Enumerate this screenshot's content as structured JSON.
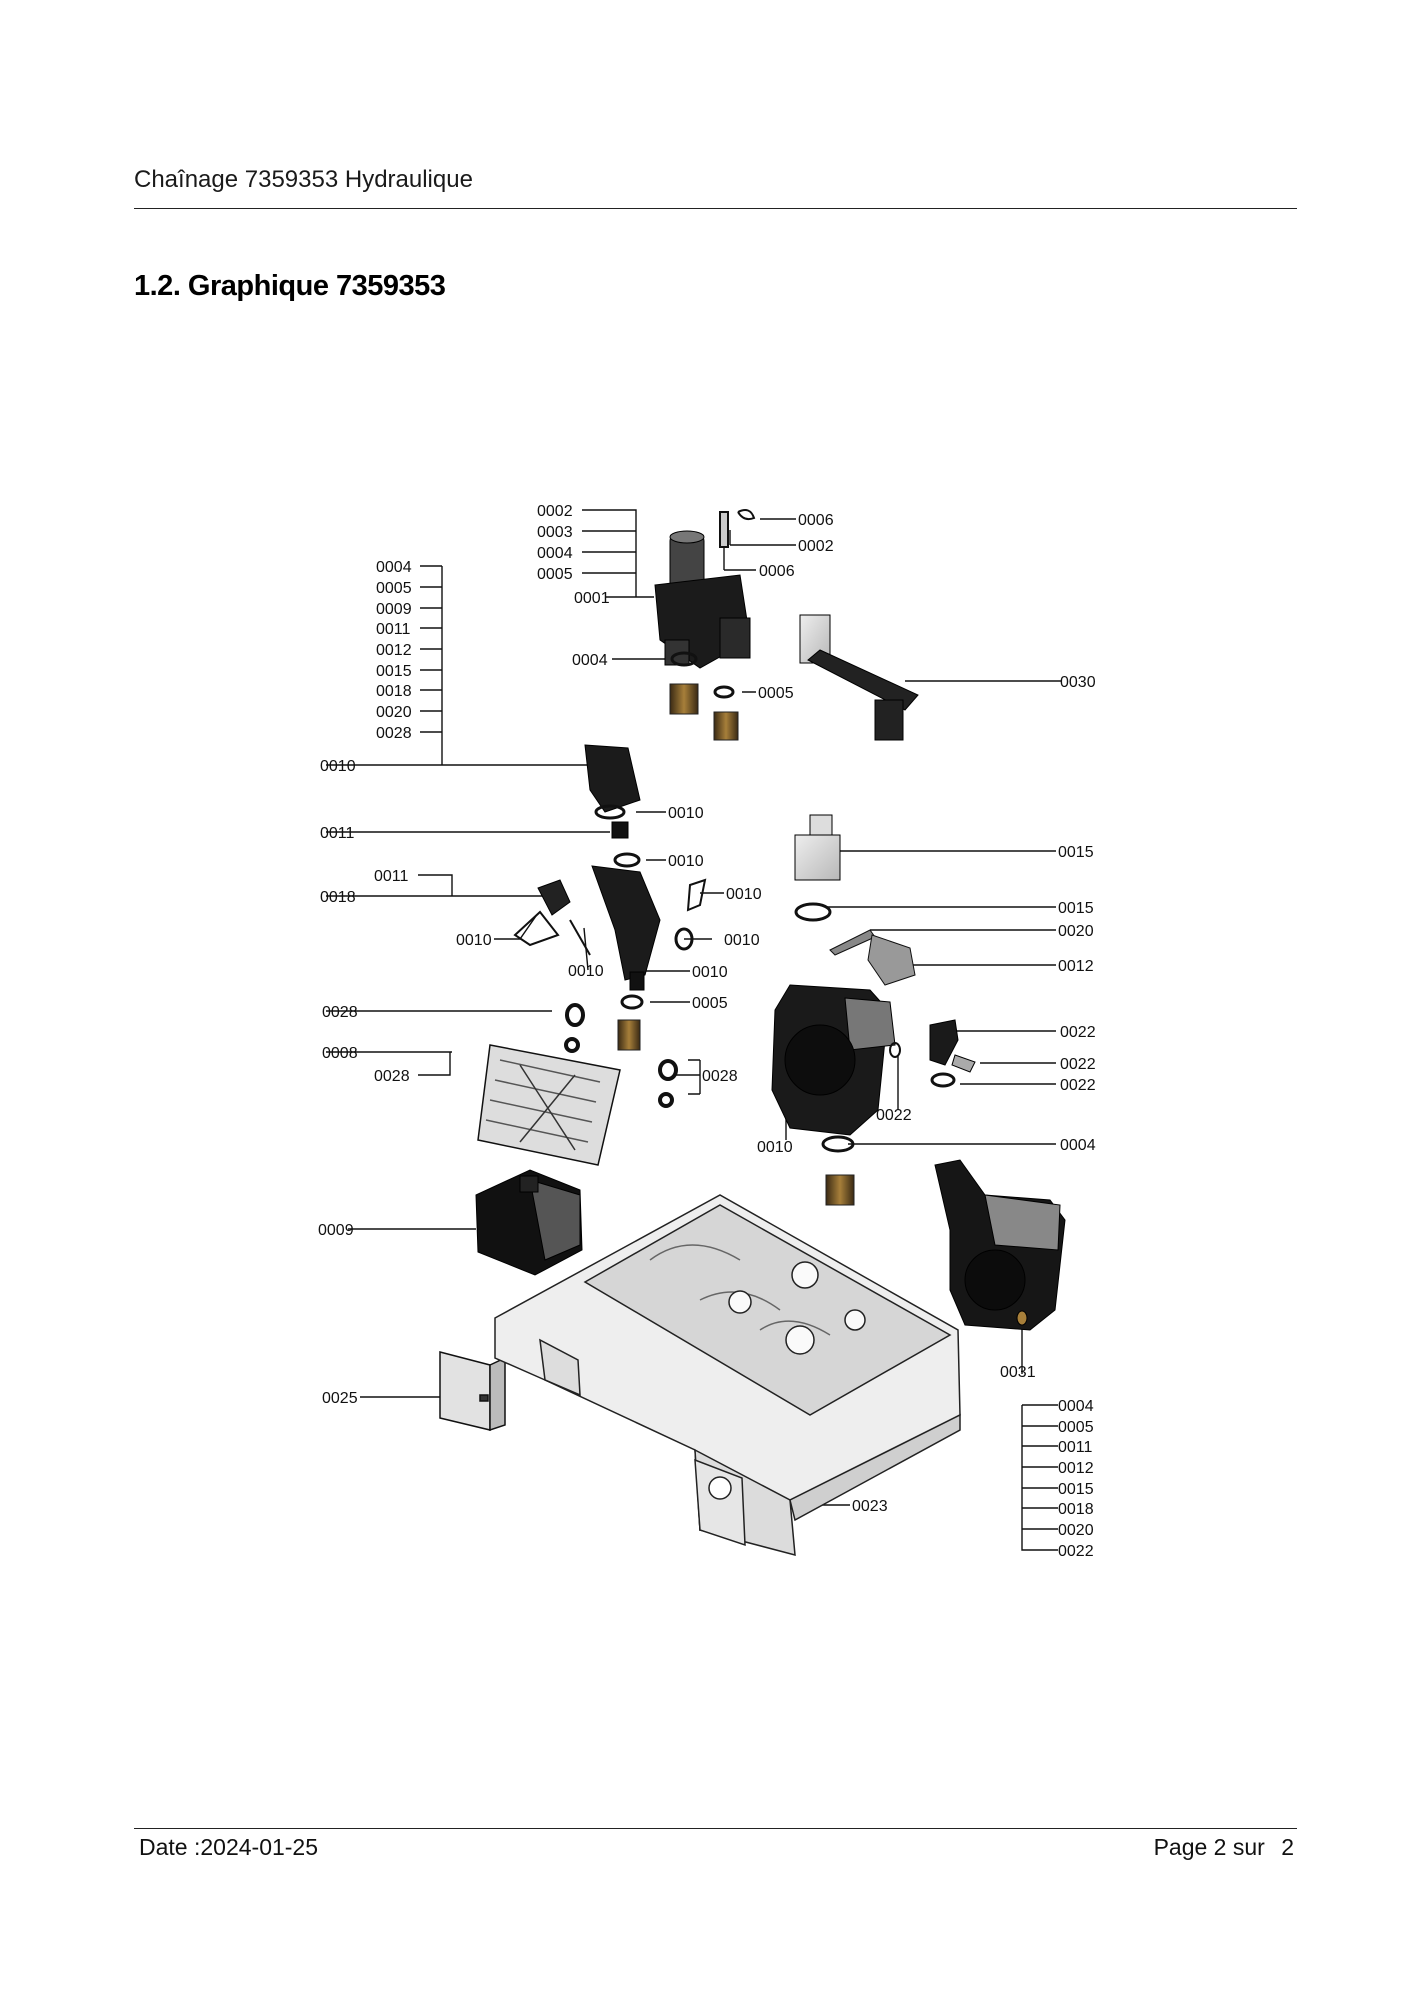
{
  "header": {
    "title": "Chaînage 7359353 Hydraulique"
  },
  "section": {
    "title": "1.2. Graphique 7359353"
  },
  "labels": {
    "l_0002_a": "0002",
    "l_0003_a": "0003",
    "l_0004_a": "0004",
    "l_0005_a": "0005",
    "l_0001": "0001",
    "l_0006_a": "0006",
    "l_0002_b": "0002",
    "l_0006_b": "0006",
    "l_0004_g1": "0004",
    "l_0005_g1": "0005",
    "l_0009_g1": "0009",
    "l_0011_g1": "0011",
    "l_0012_g1": "0012",
    "l_0015_g1": "0015",
    "l_0018_g1": "0018",
    "l_0020_g1": "0020",
    "l_0028_g1": "0028",
    "l_0004_c": "0004",
    "l_0005_c": "0005",
    "l_0030": "0030",
    "l_0010_a": "0010",
    "l_0010_b": "0010",
    "l_0011_b": "0011",
    "l_0010_c": "0010",
    "l_0015_a": "0015",
    "l_0011_c": "0011",
    "l_0018_b": "0018",
    "l_0010_d": "0010",
    "l_0015_b": "0015",
    "l_0020_b": "0020",
    "l_0010_e": "0010",
    "l_0010_f": "0010",
    "l_0010_g": "0010",
    "l_0010_h": "0010",
    "l_0012_b": "0012",
    "l_0028_b": "0028",
    "l_0005_d": "0005",
    "l_0022_a": "0022",
    "l_0008": "0008",
    "l_0028_c": "0028",
    "l_0028_d": "0028",
    "l_0022_b": "0022",
    "l_0022_c": "0022",
    "l_0022_d": "0022",
    "l_0010_i": "0010",
    "l_0004_d": "0004",
    "l_0009_b": "0009",
    "l_0031": "0031",
    "l_0004_g2": "0004",
    "l_0005_g2": "0005",
    "l_0011_g2": "0011",
    "l_0012_g2": "0012",
    "l_0015_g2": "0015",
    "l_0018_g2": "0018",
    "l_0020_g2": "0020",
    "l_0022_g2": "0022",
    "l_0025": "0025",
    "l_0023": "0023"
  },
  "footer": {
    "date": "Date :2024-01-25",
    "page_label": "Page 2 sur",
    "page_total": "2"
  }
}
